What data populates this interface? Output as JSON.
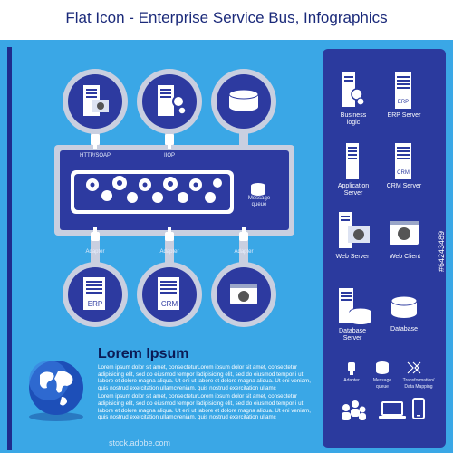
{
  "title": "Flat Icon - Enterprise Service Bus, Infographics",
  "diagram": {
    "top_labels": [
      "HTTP/SOAP",
      "IIOP"
    ],
    "bus_label": "Message queue",
    "adapter_labels": [
      "Adapter",
      "Adapter",
      "Adapter"
    ],
    "bottom_labels": [
      "ERP",
      "CRM"
    ]
  },
  "legend": {
    "items": [
      {
        "label": "Business logic",
        "icon": "server-gears-icon"
      },
      {
        "label": "ERP Server",
        "icon": "erp-server-icon"
      },
      {
        "label": "Application Server",
        "icon": "application-server-icon"
      },
      {
        "label": "CRM Server",
        "icon": "crm-server-icon"
      },
      {
        "label": "Web Server",
        "icon": "web-server-icon"
      },
      {
        "label": "Web Client",
        "icon": "web-client-icon"
      },
      {
        "label": "Database Server",
        "icon": "database-server-icon"
      },
      {
        "label": "Database",
        "icon": "database-icon"
      }
    ],
    "small_items": [
      {
        "label": "Adapter",
        "icon": "adapter-icon"
      },
      {
        "label": "Message queue",
        "icon": "message-queue-icon"
      },
      {
        "label": "Transformation/ Data Mapping",
        "icon": "data-mapping-icon"
      }
    ]
  },
  "lorem": {
    "title": "Lorem Ipsum",
    "paragraphs": [
      "Lorem ipsum dolor sit amet, consecteturLorem ipsum dolor sit amet, consectetur adipisicing elit, sed do eiusmod tempor ladipisicing elit, sed do eiusmod tempor i ut labore et dolore magna aliqua. Ut eni ut labore et dolore magna aliqua. Ut eni veniam, quis nostrud exercitation ullamcveniam, quis nostrud exercitation ullamc",
      "Lorem ipsum dolor sit amet, consecteturLorem ipsum dolor sit amet, consectetur adipisicing elit, sed do eiusmod tempor ladipisicing elit, sed do eiusmod tempor i ut labore et dolore magna aliqua. Ut eni ut labore et dolore magna aliqua. Ut eni veniam, quis nostrud exercitation ullamcveniam, quis nostrud exercitation ullamc"
    ]
  },
  "watermark": {
    "stock_id": "#64243489",
    "credit": "stock.adobe.com"
  },
  "colors": {
    "background": "#3aa7e6",
    "panel": "#2b3a9e",
    "node_ring": "#c9cfe0",
    "node_fill": "#2d3aa0"
  }
}
